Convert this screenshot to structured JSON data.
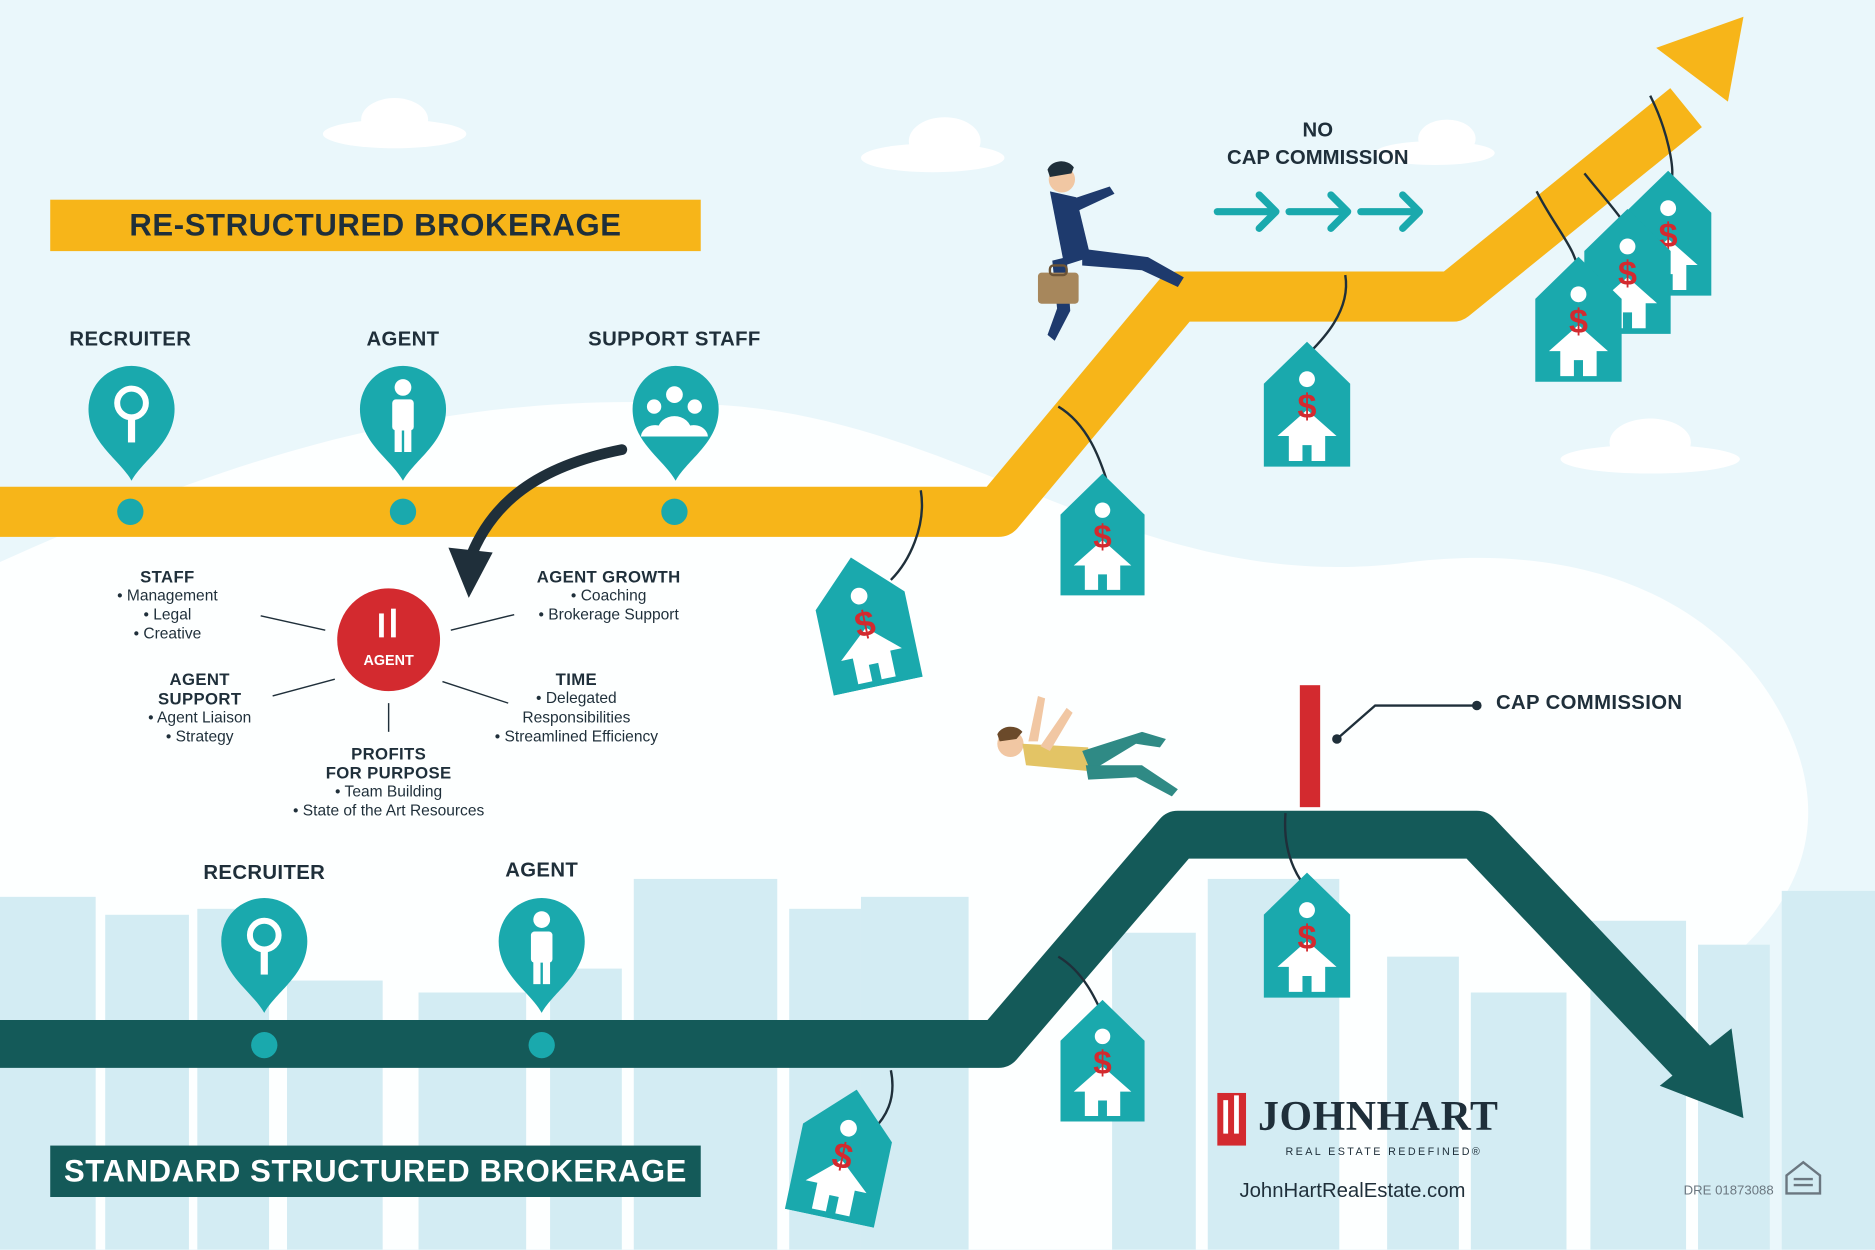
{
  "top_banner": "RE-STRUCTURED BROKERAGE",
  "bottom_banner": "STANDARD STRUCTURED BROKERAGE",
  "top_roles": [
    "RECRUITER",
    "AGENT",
    "SUPPORT STAFF"
  ],
  "bottom_roles": [
    "RECRUITER",
    "AGENT"
  ],
  "agent_hub_label": "AGENT",
  "benefits": {
    "staff": {
      "heading": "STAFF",
      "items": [
        "Management",
        "Legal",
        "Creative"
      ]
    },
    "agent_support": {
      "heading_1": "AGENT",
      "heading_2": "SUPPORT",
      "items": [
        "Agent Liaison",
        "Strategy"
      ]
    },
    "profits": {
      "heading_1": "PROFITS",
      "heading_2": "FOR PURPOSE",
      "items": [
        "Team Building",
        "State of the Art Resources"
      ]
    },
    "agent_growth": {
      "heading": "AGENT GROWTH",
      "items": [
        "Coaching",
        "Brokerage Support"
      ]
    },
    "time": {
      "heading": "TIME",
      "items": [
        "Delegated",
        "Responsibilities",
        "Streamlined Efficiency"
      ]
    }
  },
  "no_cap": {
    "line1": "NO",
    "line2": "CAP COMMISSION"
  },
  "cap_commission": "CAP COMMISSION",
  "logo": {
    "name": "JOHNHART",
    "tagline": "REAL ESTATE REDEFINED®"
  },
  "website": "JohnHartRealEstate.com",
  "dre": "DRE 01873088",
  "colors": {
    "gold": "#f7b519",
    "teal": "#1aa9ad",
    "dark_teal": "#145a59",
    "red": "#d32a2f",
    "sky": "#eaf7fb"
  }
}
